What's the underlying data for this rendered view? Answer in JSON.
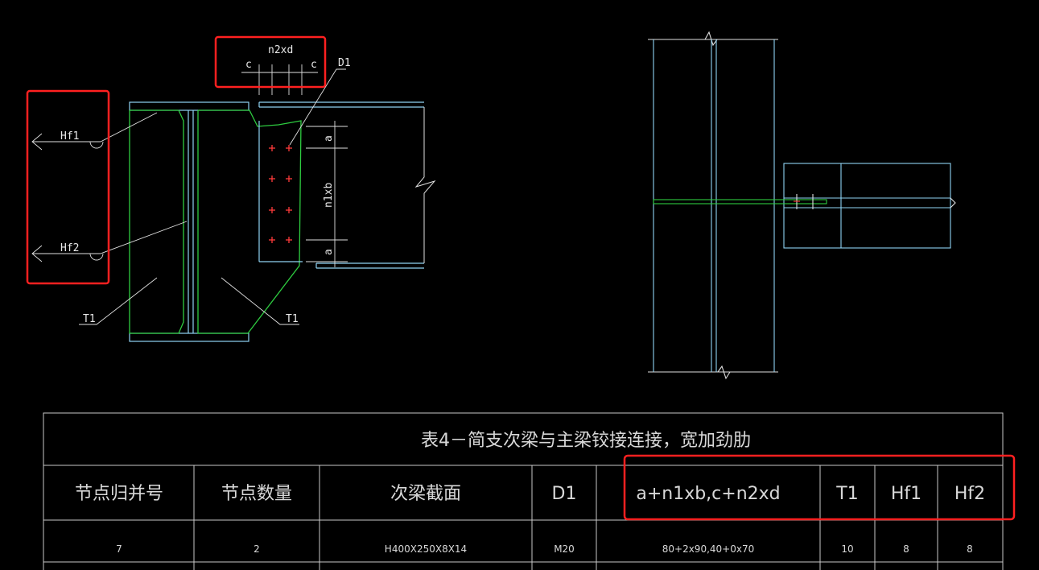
{
  "detail": {
    "label_n2xd": "n2xd",
    "label_c_left": "c",
    "label_c_right": "c",
    "label_d1": "D1",
    "label_hf1": "Hf1",
    "label_hf2": "Hf2",
    "label_a_top": "a",
    "label_n1xb": "n1xb",
    "label_a_bottom": "a",
    "label_t1_left": "T1",
    "label_t1_right": "T1"
  },
  "table": {
    "title": "表4－简支次梁与主梁铰接连接，宽加劲肋",
    "headers": [
      "节点归并号",
      "节点数量",
      "次梁截面",
      "D1",
      "a+n1xb,c+n2xd",
      "T1",
      "Hf1",
      "Hf2"
    ],
    "rows": [
      [
        "7",
        "2",
        "H400X250X8X14",
        "M20",
        "80+2x90,40+0x70",
        "10",
        "8",
        "8"
      ]
    ]
  },
  "colors": {
    "background": "#000000",
    "cyan": "#8fd3f4",
    "green": "#2ecc40",
    "white": "#e0e0e0",
    "red_mark": "#ff3b3b",
    "highlight": "#ff2020"
  }
}
